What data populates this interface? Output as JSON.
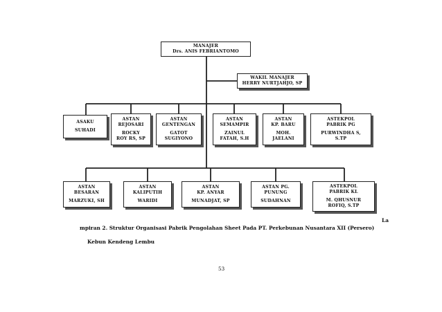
{
  "org": {
    "manajer": {
      "title": "MANAJER",
      "name": "Drs. ANIS FEBRIANTOMO"
    },
    "wakil": {
      "title": "WAKIL MANAJER",
      "name": "HERRY NURTJAHJO, SP"
    },
    "row1": [
      {
        "title": "ASAKU",
        "name": "SUHADI"
      },
      {
        "title": "ASTAN",
        "unit": "REJOSARI",
        "name": "ROCKY",
        "name2": "ROY RS, SP"
      },
      {
        "title": "ASTAN",
        "unit": "GENTENGAN",
        "name": "GATOT",
        "name2": "SUGIYONO"
      },
      {
        "title": "ASTAN",
        "unit": "SEMAMPIR",
        "name": "ZAINUL",
        "name2": "FATAH, S.H"
      },
      {
        "title": "ASTAN",
        "unit": "KP. BARU",
        "name": "MOH.",
        "name2": "JAELANI"
      },
      {
        "title": "ASTEKPOL",
        "unit": "PABRIK PG",
        "name": "PURWINDHA S,",
        "name2": "S.TP"
      }
    ],
    "row2": [
      {
        "title": "ASTAN",
        "unit": "BESARAN",
        "name": "MARZUKI, SH"
      },
      {
        "title": "ASTAN",
        "unit": "KALIPUTIH",
        "name": "WARIDI"
      },
      {
        "title": "ASTAN",
        "unit": "KP. ANYAR",
        "name": "MUNADJAT, SP"
      },
      {
        "title": "ASTAN PG.",
        "unit": "PUNUNG",
        "name": "SUDAHNAN"
      },
      {
        "title": "ASTEKPOL",
        "unit": "PABRIK KL",
        "name": "M. QHUSNUR",
        "name2": "ROFIQ, S.TP"
      }
    ]
  },
  "caption": {
    "line0": "La",
    "line1": "mpiran 2. Struktur Organisasi Pabrik Pengolahan Sheet Pada PT. Perkebunan Nusantara XII  (Persero)",
    "line2": "Kebun Kendeng Lembu"
  },
  "page_number": "53"
}
